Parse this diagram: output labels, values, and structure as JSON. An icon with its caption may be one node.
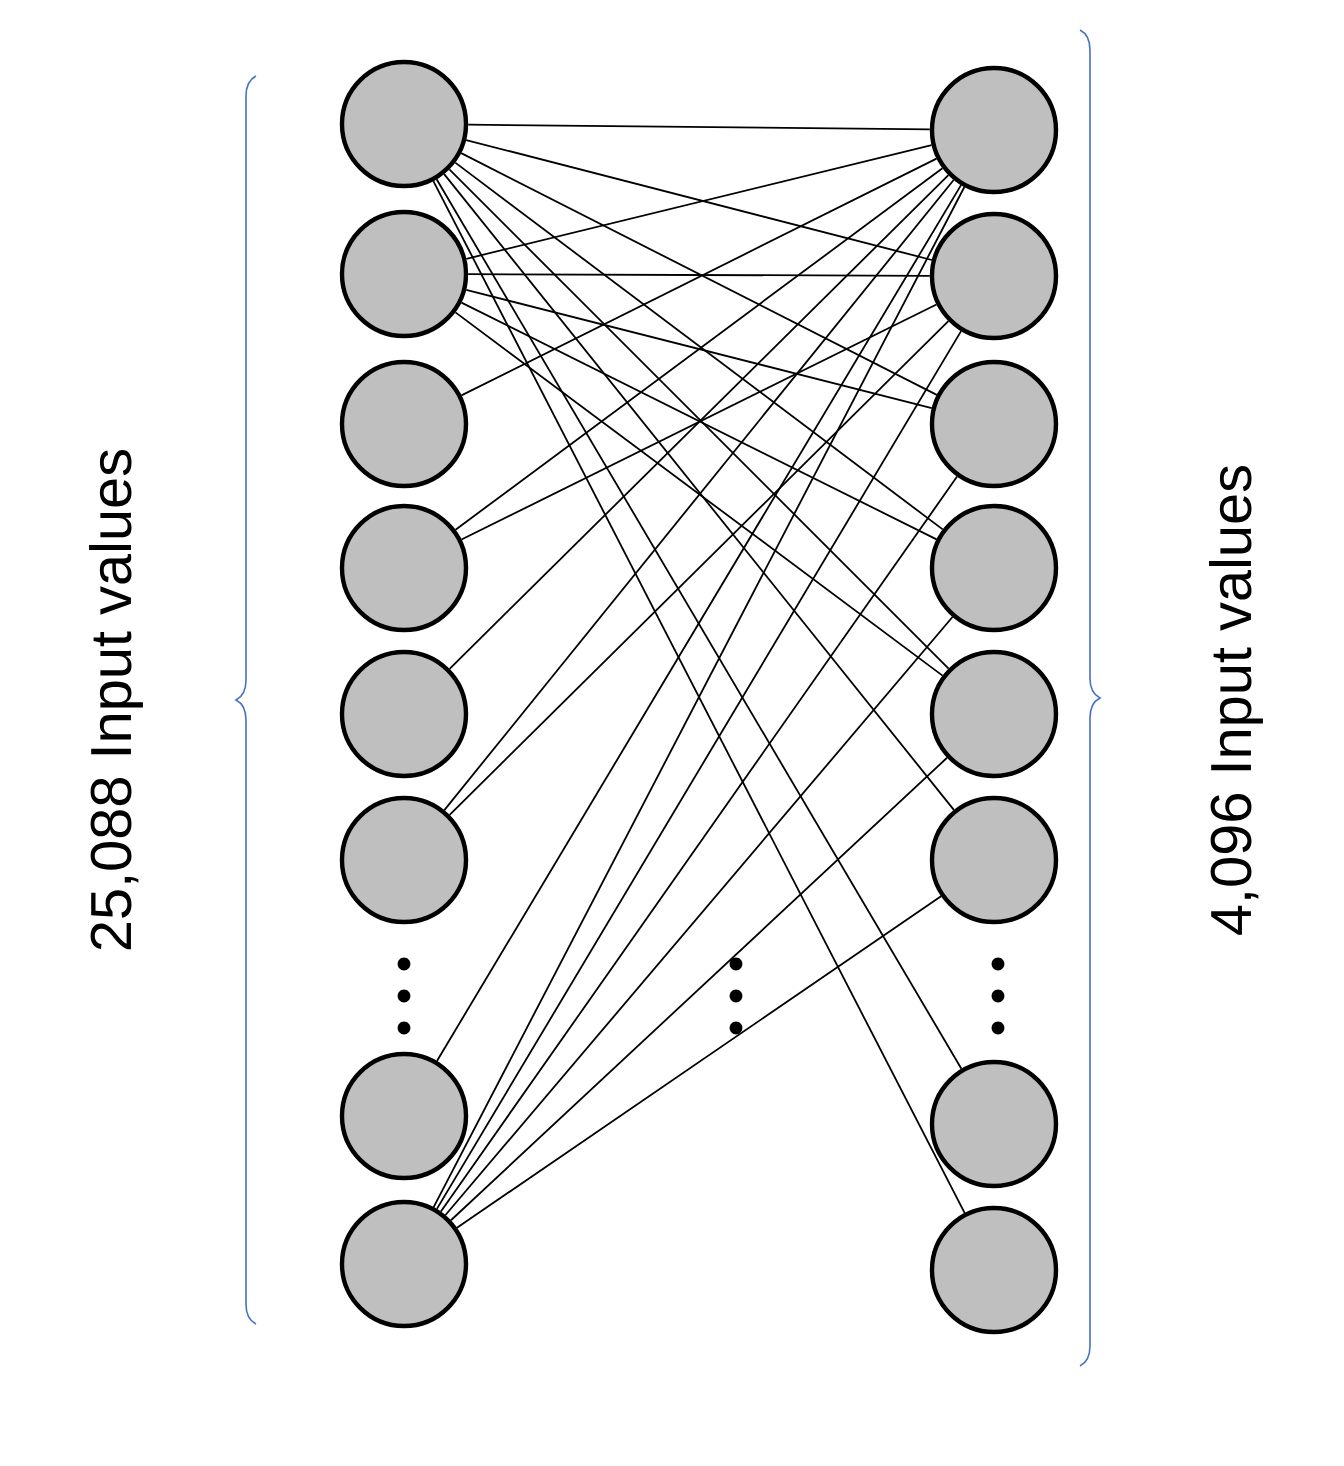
{
  "diagram": {
    "nodes": [
      {
        "text": [],
        "shape": "circle"
      },
      {
        "text": [],
        "shape": "circle"
      },
      {
        "text": [],
        "shape": "circle"
      },
      {
        "text": [],
        "shape": "circle"
      },
      {
        "text": [],
        "shape": "circle"
      },
      {
        "text": [],
        "shape": "circle"
      },
      {
        "text": [],
        "shape": "circle"
      },
      {
        "text": [],
        "shape": "circle"
      },
      {
        "text": [],
        "shape": "circle"
      },
      {
        "text": [],
        "shape": "circle"
      },
      {
        "text": [],
        "shape": "circle"
      },
      {
        "text": [],
        "shape": "circle"
      },
      {
        "text": [],
        "shape": "circle"
      },
      {
        "text": [],
        "shape": "circle"
      },
      {
        "text": [],
        "shape": "circle"
      },
      {
        "text": [],
        "shape": "circle"
      }
    ],
    "edges": [
      {
        "from": 0,
        "to": 8,
        "arrow": "none"
      },
      {
        "from": 0,
        "to": 9,
        "arrow": "none"
      },
      {
        "from": 0,
        "to": 10,
        "arrow": "none"
      },
      {
        "from": 0,
        "to": 11,
        "arrow": "none"
      },
      {
        "from": 0,
        "to": 12,
        "arrow": "none"
      },
      {
        "from": 0,
        "to": 13,
        "arrow": "none"
      },
      {
        "from": 0,
        "to": 14,
        "arrow": "none"
      },
      {
        "from": 0,
        "to": 15,
        "arrow": "none"
      },
      {
        "from": 1,
        "to": 8,
        "arrow": "none"
      },
      {
        "from": 1,
        "to": 9,
        "arrow": "none"
      },
      {
        "from": 1,
        "to": 10,
        "arrow": "none"
      },
      {
        "from": 1,
        "to": 11,
        "arrow": "none"
      },
      {
        "from": 1,
        "to": 12,
        "arrow": "none"
      },
      {
        "from": 2,
        "to": 8,
        "arrow": "none"
      },
      {
        "from": 3,
        "to": 8,
        "arrow": "none"
      },
      {
        "from": 3,
        "to": 9,
        "arrow": "none"
      },
      {
        "from": 4,
        "to": 8,
        "arrow": "none"
      },
      {
        "from": 5,
        "to": 8,
        "arrow": "none"
      },
      {
        "from": 5,
        "to": 9,
        "arrow": "none"
      },
      {
        "from": 6,
        "to": 8,
        "arrow": "none"
      },
      {
        "from": 7,
        "to": 8,
        "arrow": "none"
      },
      {
        "from": 7,
        "to": 9,
        "arrow": "none"
      },
      {
        "from": 7,
        "to": 10,
        "arrow": "none"
      },
      {
        "from": 7,
        "to": 11,
        "arrow": "none"
      },
      {
        "from": 7,
        "to": 12,
        "arrow": "none"
      },
      {
        "from": 7,
        "to": 13,
        "arrow": "none"
      }
    ],
    "labels": [
      "25,088 Input values",
      "4,096 Input values"
    ]
  }
}
